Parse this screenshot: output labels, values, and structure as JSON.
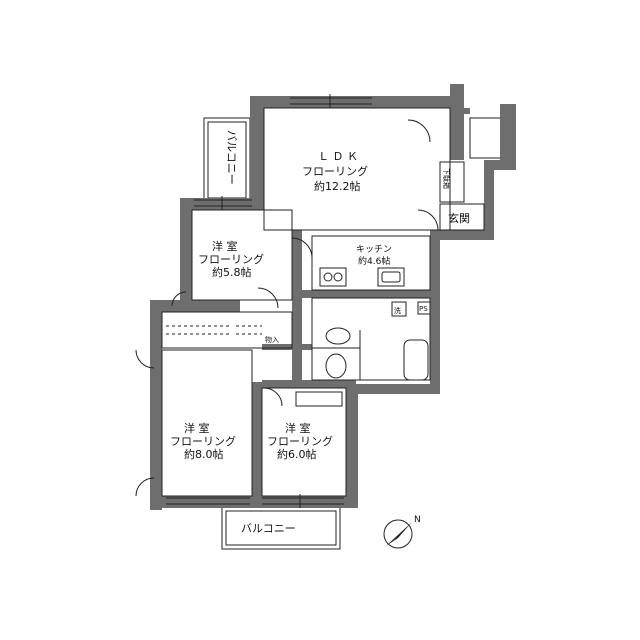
{
  "rooms": {
    "ldk": {
      "name": "Ｌ Ｄ Ｋ",
      "floor": "フローリング",
      "size": "約12.2帖"
    },
    "western1": {
      "name": "洋 室",
      "floor": "フローリング",
      "size": "約5.8帖"
    },
    "western2": {
      "name": "洋 室",
      "floor": "フローリング",
      "size": "約8.0帖"
    },
    "western3": {
      "name": "洋 室",
      "floor": "フローリング",
      "size": "約6.0帖"
    },
    "kitchen": {
      "name": "キッチン",
      "size": "約4.6帖"
    }
  },
  "labels": {
    "balcony_top": "バルコニー",
    "balcony_bottom": "バルコニー",
    "entrance": "玄関",
    "storage": "物入",
    "shoe_box": "下駄箱",
    "washer": "洗",
    "ps": "PS",
    "north": "N"
  },
  "colors": {
    "wall": "#6e6e6e",
    "floor": "#ffffff",
    "line": "#222222"
  }
}
